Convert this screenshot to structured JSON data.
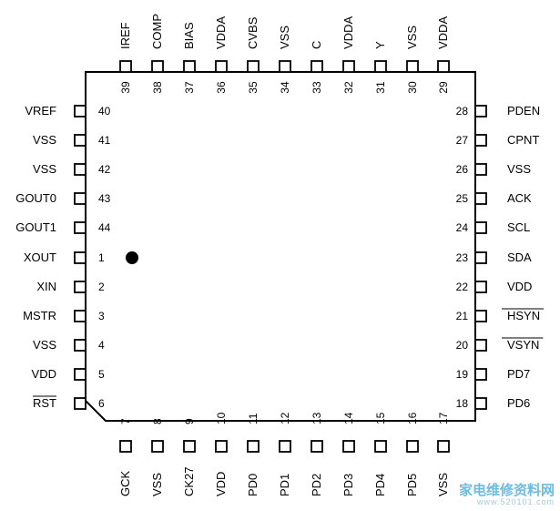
{
  "pins": {
    "top": [
      {
        "num": "39",
        "label": "IREF"
      },
      {
        "num": "38",
        "label": "COMP"
      },
      {
        "num": "37",
        "label": "BIAS"
      },
      {
        "num": "36",
        "label": "VDDA"
      },
      {
        "num": "35",
        "label": "CVBS"
      },
      {
        "num": "34",
        "label": "VSS"
      },
      {
        "num": "33",
        "label": "C"
      },
      {
        "num": "32",
        "label": "VDDA"
      },
      {
        "num": "31",
        "label": "Y"
      },
      {
        "num": "30",
        "label": "VSS"
      },
      {
        "num": "29",
        "label": "VDDA"
      }
    ],
    "left": [
      {
        "num": "40",
        "label": "VREF"
      },
      {
        "num": "41",
        "label": "VSS"
      },
      {
        "num": "42",
        "label": "VSS"
      },
      {
        "num": "43",
        "label": "GOUT0"
      },
      {
        "num": "44",
        "label": "GOUT1"
      },
      {
        "num": "1",
        "label": "XOUT"
      },
      {
        "num": "2",
        "label": "XIN"
      },
      {
        "num": "3",
        "label": "MSTR"
      },
      {
        "num": "4",
        "label": "VSS"
      },
      {
        "num": "5",
        "label": "VDD"
      },
      {
        "num": "6",
        "label": "RST",
        "overline": true
      }
    ],
    "right": [
      {
        "num": "28",
        "label": "PDEN"
      },
      {
        "num": "27",
        "label": "CPNT"
      },
      {
        "num": "26",
        "label": "VSS"
      },
      {
        "num": "25",
        "label": "ACK"
      },
      {
        "num": "24",
        "label": "SCL"
      },
      {
        "num": "23",
        "label": "SDA"
      },
      {
        "num": "22",
        "label": "VDD"
      },
      {
        "num": "21",
        "label": "HSYN",
        "overline": true
      },
      {
        "num": "20",
        "label": "VSYN",
        "overline": true
      },
      {
        "num": "19",
        "label": "PD7"
      },
      {
        "num": "18",
        "label": "PD6"
      }
    ],
    "bottom": [
      {
        "num": "7",
        "label": "GCK"
      },
      {
        "num": "8",
        "label": "VSS"
      },
      {
        "num": "9",
        "label": "CK27"
      },
      {
        "num": "10",
        "label": "VDD"
      },
      {
        "num": "11",
        "label": "PD0"
      },
      {
        "num": "12",
        "label": "PD1"
      },
      {
        "num": "13",
        "label": "PD2"
      },
      {
        "num": "14",
        "label": "PD3"
      },
      {
        "num": "15",
        "label": "PD4"
      },
      {
        "num": "16",
        "label": "PD5"
      },
      {
        "num": "17",
        "label": "VSS"
      }
    ]
  },
  "watermark": {
    "title": "家电维修资料网",
    "url": "www.520101.com"
  }
}
